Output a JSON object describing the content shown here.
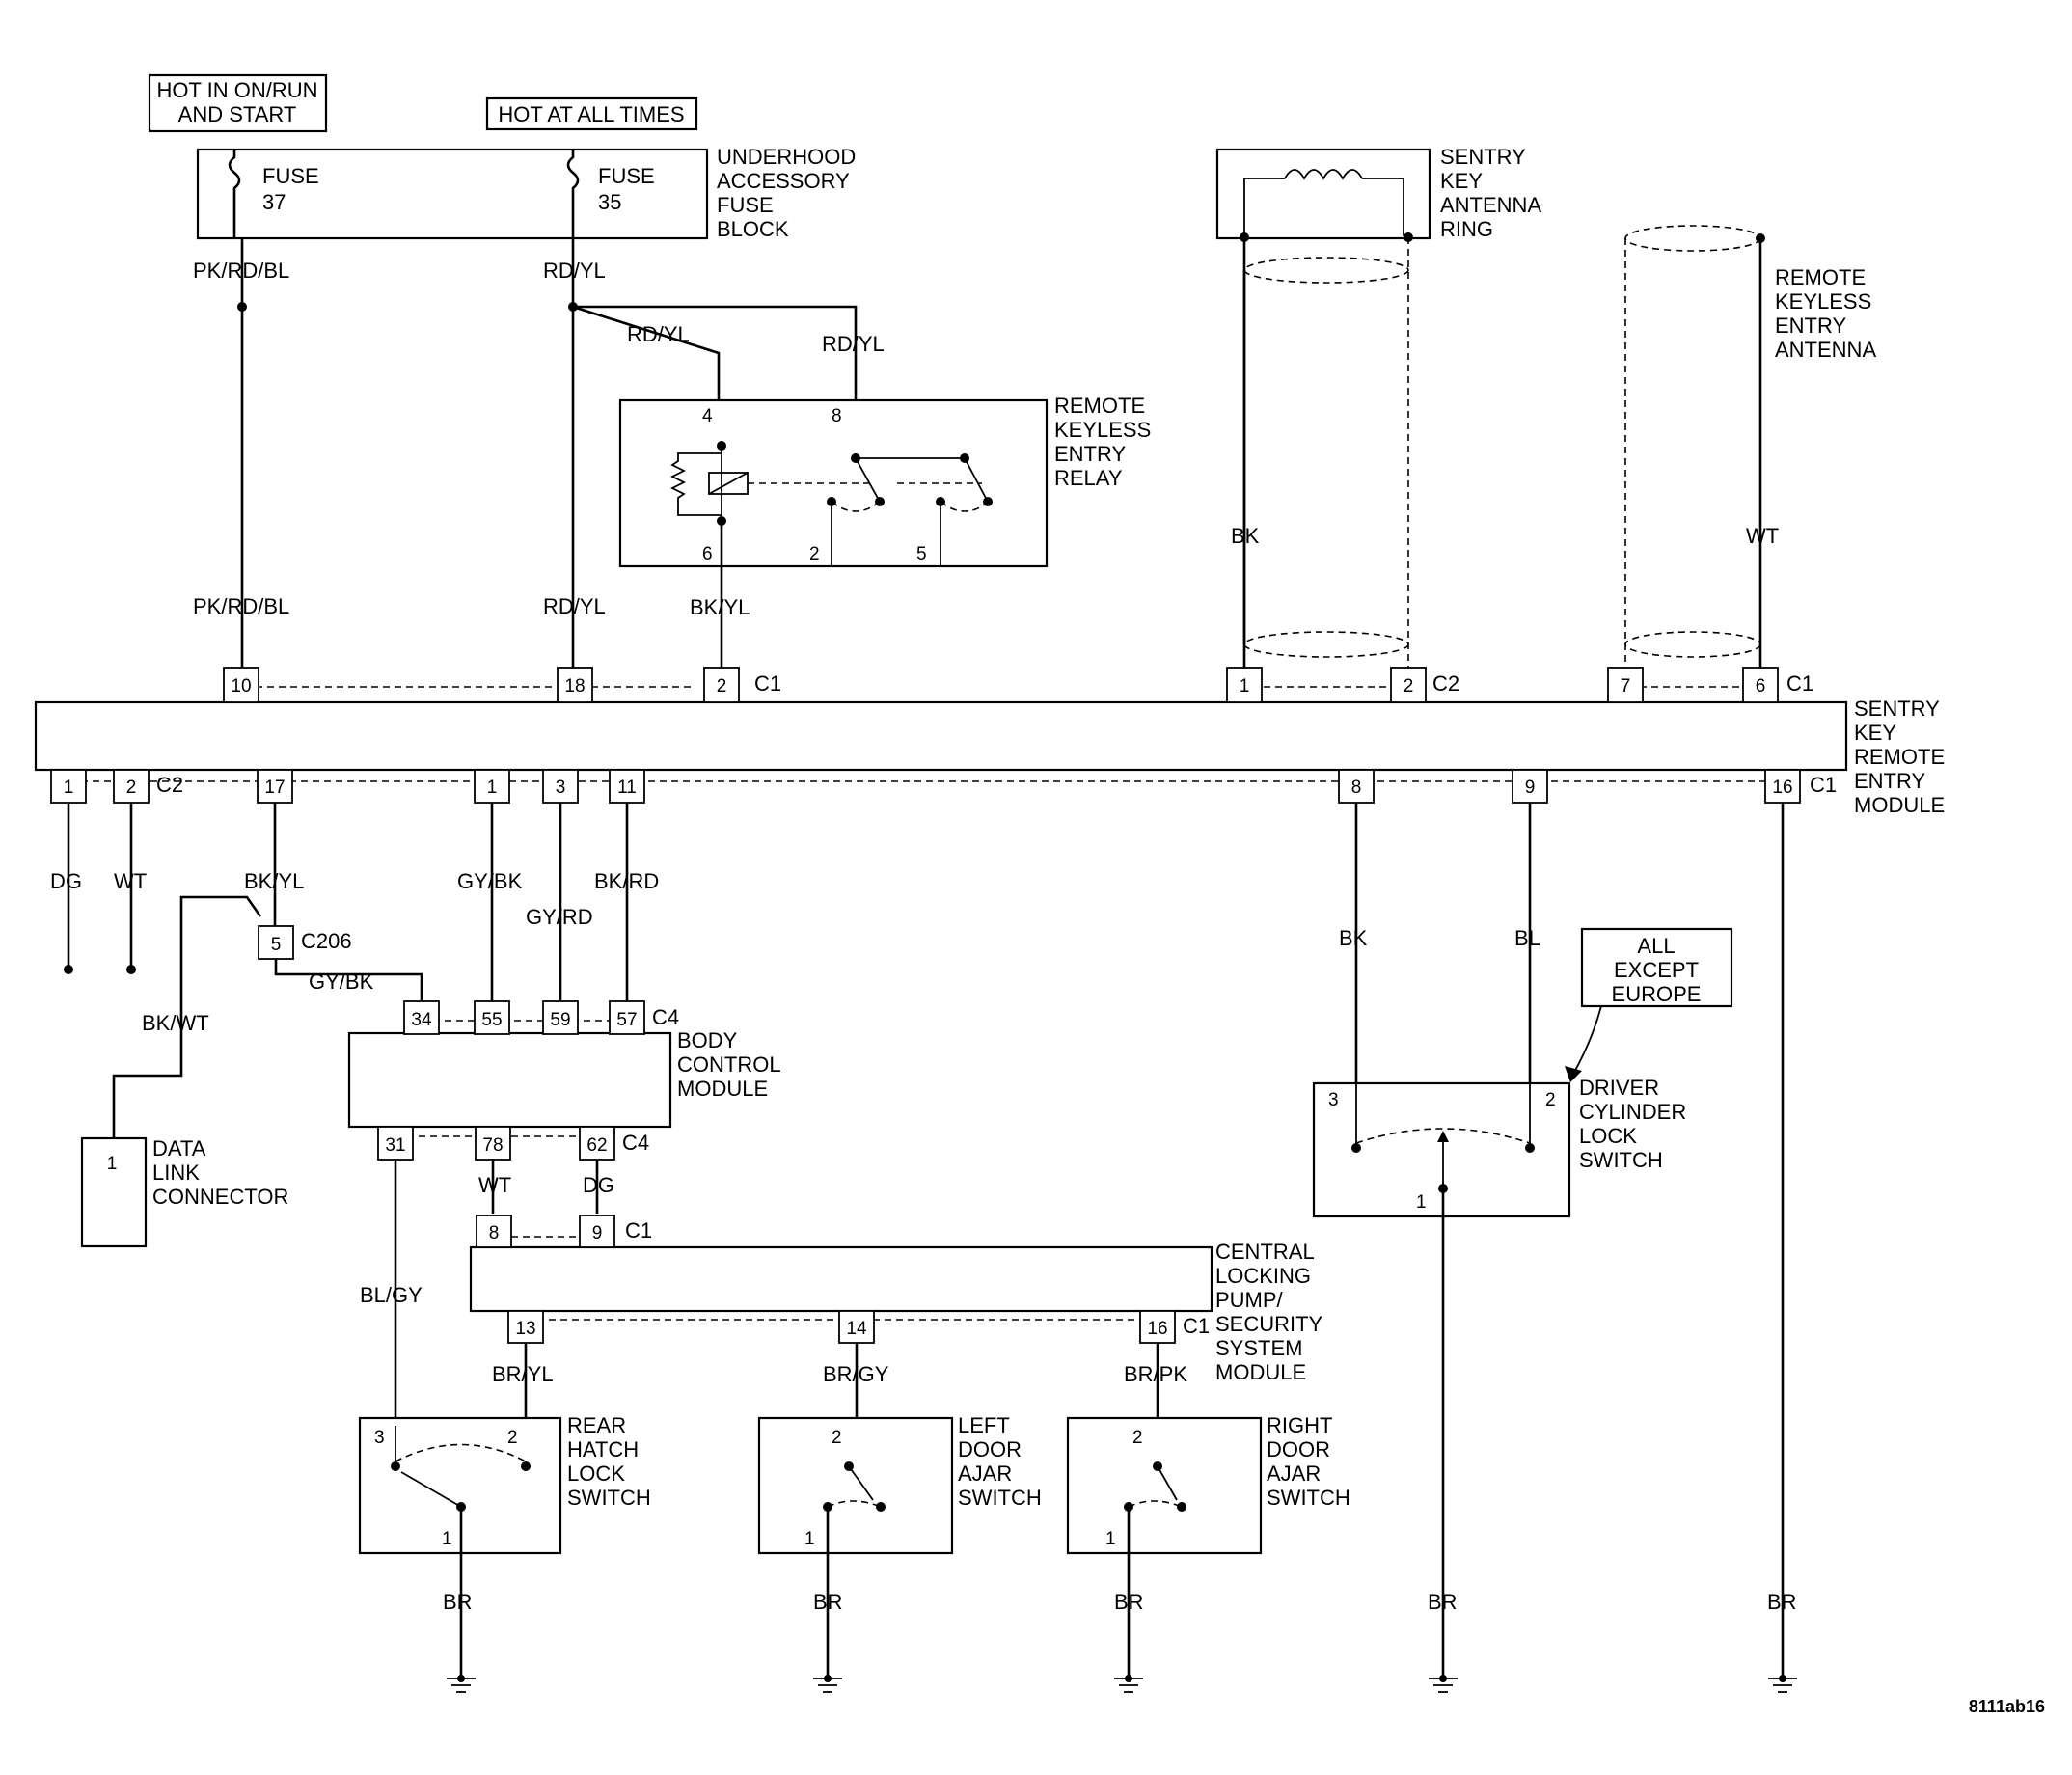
{
  "title_boxes": {
    "hot_run": [
      "HOT IN ON/RUN",
      "AND START"
    ],
    "hot_all": "HOT AT ALL TIMES",
    "all_except": [
      "ALL",
      "EXCEPT",
      "EUROPE"
    ]
  },
  "components": {
    "fuse_block": [
      "UNDERHOOD",
      "ACCESSORY",
      "FUSE",
      "BLOCK"
    ],
    "fuse37": [
      "FUSE",
      "37"
    ],
    "fuse35": [
      "FUSE",
      "35"
    ],
    "relay": [
      "REMOTE",
      "KEYLESS",
      "ENTRY",
      "RELAY"
    ],
    "sentry_ring": [
      "SENTRY",
      "KEY",
      "ANTENNA",
      "RING"
    ],
    "rke_antenna": [
      "REMOTE",
      "KEYLESS",
      "ENTRY",
      "ANTENNA"
    ],
    "skrem": [
      "SENTRY",
      "KEY",
      "REMOTE",
      "ENTRY",
      "MODULE"
    ],
    "bcm": [
      "BODY",
      "CONTROL",
      "MODULE"
    ],
    "dlc": [
      "DATA",
      "LINK",
      "CONNECTOR"
    ],
    "driver_switch": [
      "DRIVER",
      "CYLINDER",
      "LOCK",
      "SWITCH"
    ],
    "clp": [
      "CENTRAL",
      "LOCKING",
      "PUMP/",
      "SECURITY",
      "SYSTEM",
      "MODULE"
    ],
    "rear_hatch": [
      "REAR",
      "HATCH",
      "LOCK",
      "SWITCH"
    ],
    "left_door": [
      "LEFT",
      "DOOR",
      "AJAR",
      "SWITCH"
    ],
    "right_door": [
      "RIGHT",
      "DOOR",
      "AJAR",
      "SWITCH"
    ]
  },
  "wires": {
    "pk_rd_bl": "PK/RD/BL",
    "rd_yl": "RD/YL",
    "bk_yl": "BK/YL",
    "bk": "BK",
    "wt": "WT",
    "dg": "DG",
    "gy_bk": "GY/BK",
    "gy_rd": "GY/RD",
    "bk_rd": "BK/RD",
    "bk_wt": "BK/WT",
    "bl": "BL",
    "bl_gy": "BL/GY",
    "br_yl": "BR/YL",
    "br_gy": "BR/GY",
    "br_pk": "BR/PK",
    "br": "BR"
  },
  "connectors": {
    "c1": "C1",
    "c2": "C2",
    "c4": "C4",
    "c206": "C206"
  },
  "pins": {
    "p1": "1",
    "p2": "2",
    "p3": "3",
    "p4": "4",
    "p5": "5",
    "p6": "6",
    "p7": "7",
    "p8": "8",
    "p9": "9",
    "p10": "10",
    "p11": "11",
    "p13": "13",
    "p14": "14",
    "p16": "16",
    "p17": "17",
    "p18": "18",
    "p31": "31",
    "p34": "34",
    "p55": "55",
    "p57": "57",
    "p59": "59",
    "p62": "62",
    "p78": "78"
  },
  "figure_id": "8111ab16"
}
